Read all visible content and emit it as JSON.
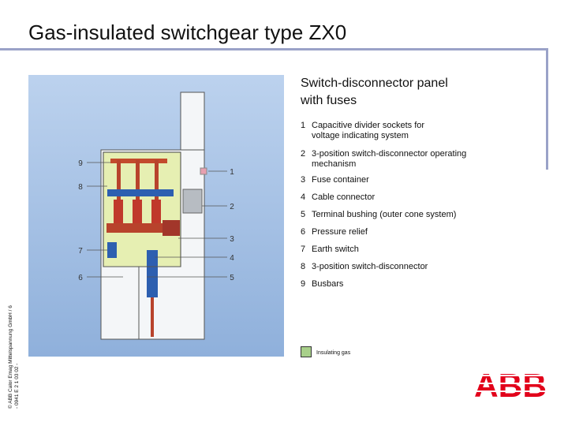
{
  "title": "Gas-insulated switchgear type ZX0",
  "panel_title_line1": "Switch-disconnector panel",
  "panel_title_line2": "with fuses",
  "legend": [
    {
      "num": "1",
      "line1": "Capacitive divider sockets for",
      "line2": "voltage indicating system"
    },
    {
      "num": "2",
      "line1": "3-position switch-disconnector operating",
      "line2": "mechanism"
    },
    {
      "num": "3",
      "line1": "Fuse container",
      "line2": ""
    },
    {
      "num": "4",
      "line1": "Cable connector",
      "line2": ""
    },
    {
      "num": "5",
      "line1": "Terminal bushing (outer cone system)",
      "line2": ""
    },
    {
      "num": "6",
      "line1": "Pressure relief",
      "line2": ""
    },
    {
      "num": "7",
      "line1": "Earth switch",
      "line2": ""
    },
    {
      "num": "8",
      "line1": "3-position switch-disconnector",
      "line2": ""
    },
    {
      "num": "9",
      "line1": "Busbars",
      "line2": ""
    }
  ],
  "callouts_left": [
    "9",
    "8",
    "7",
    "6"
  ],
  "callouts_right": [
    "1",
    "2",
    "3",
    "4",
    "5"
  ],
  "key_label": "Insulating gas",
  "side_note_line1": "© ABB Calor Emag Mittelspannung GmbH / 6",
  "side_note_line2": "- 0941 E 2 1 03 02 -",
  "logo_text": "ABB",
  "colors": {
    "rule": "#9aa2c8",
    "diagram_bg": "#a9c3e4",
    "insulating_gas": "#e6efb2",
    "copper": "#b8432c",
    "blue_part": "#2d5fb0",
    "logo_red": "#e2001a"
  }
}
